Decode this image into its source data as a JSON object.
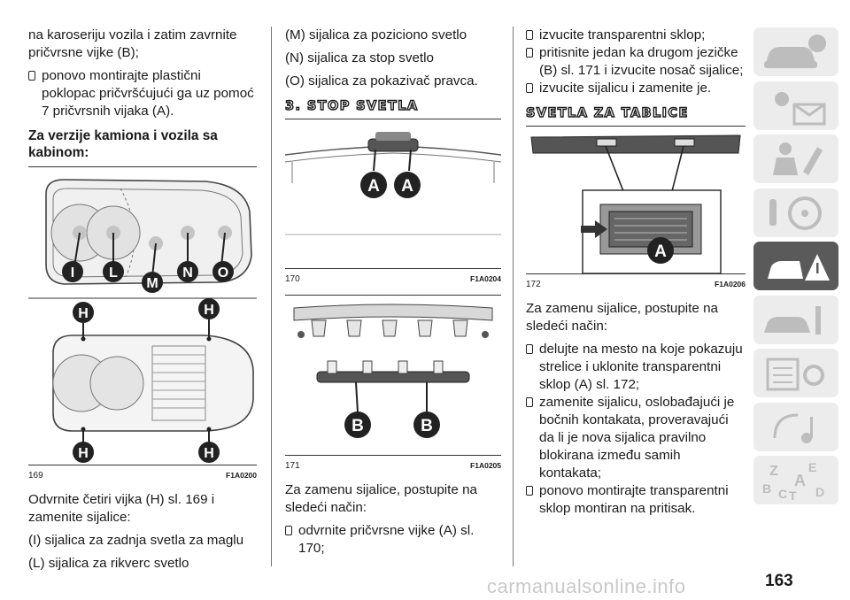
{
  "col1": {
    "p1": "na karoseriju vozila i zatim zavrnite pričvrsne vijke (B);",
    "b1": "ponovo montirajte plastični poklopac pričvršćujući ga uz pomoć 7 pričvrsnih vijaka (A).",
    "heading": "Za verzije kamiona i vozila sa kabinom:",
    "fig_labels_top": [
      "I",
      "L",
      "M",
      "N",
      "O"
    ],
    "fig_labels_bottom": [
      "H",
      "H",
      "H",
      "H"
    ],
    "fig_num": "169",
    "fig_code": "F1A0200",
    "p2": "Odvrnite četiri vijka (H) sl. 169 i zamenite sijalice:",
    "p3": "(I) sijalica za zadnja svetla za maglu",
    "p4": "(L) sijalica za rikverc svetlo"
  },
  "col2": {
    "p1": "(M) sijalica za poziciono svetlo",
    "p2": "(N) sijalica za stop svetlo",
    "p3": "(O) sijalica za pokazivač pravca.",
    "heading": "3. STOP SVETLA",
    "fig1_labels": [
      "A",
      "A"
    ],
    "fig1_num": "170",
    "fig1_code": "F1A0204",
    "fig2_labels": [
      "B",
      "B"
    ],
    "fig2_num": "171",
    "fig2_code": "F1A0205",
    "p4": "Za zamenu sijalice, postupite na sledeći način:",
    "b1": "odvrnite pričvrsne vijke (A) sl. 170;"
  },
  "col3": {
    "b1": "izvucite transparentni sklop;",
    "b2": "pritisnite jedan ka drugom jezičke (B) sl. 171 i izvucite nosač sijalice;",
    "b3": "izvucite sijalicu i zamenite je.",
    "heading": "SVETLA ZA TABLICE",
    "fig_label": "A",
    "fig_num": "172",
    "fig_code": "F1A0206",
    "p1": "Za zamenu sijalice, postupite na sledeći način:",
    "b4": "delujte na mesto na koje pokazuju strelice i uklonite transparentni sklop (A) sl. 172;",
    "b5": "zamenite sijalicu, oslobađajući je bočnih kontakata, proveravajući da li je nova sijalica pravilno blokirana između samih kontakata;",
    "b6": "ponovo montirajte transparentni sklop montiran na pritisak."
  },
  "sidebar": {
    "tabs": [
      "car-info-icon",
      "warning-lights-icon",
      "safety-airbag-icon",
      "key-steering-icon",
      "emergency-icon",
      "maintenance-icon",
      "technical-data-icon",
      "multimedia-icon",
      "index-icon"
    ],
    "active_index": 4,
    "index_letters": [
      "Z",
      "E",
      "A",
      "B",
      "C",
      "T",
      "D"
    ]
  },
  "page_number": "163",
  "watermark": "carmanualsonline.info"
}
